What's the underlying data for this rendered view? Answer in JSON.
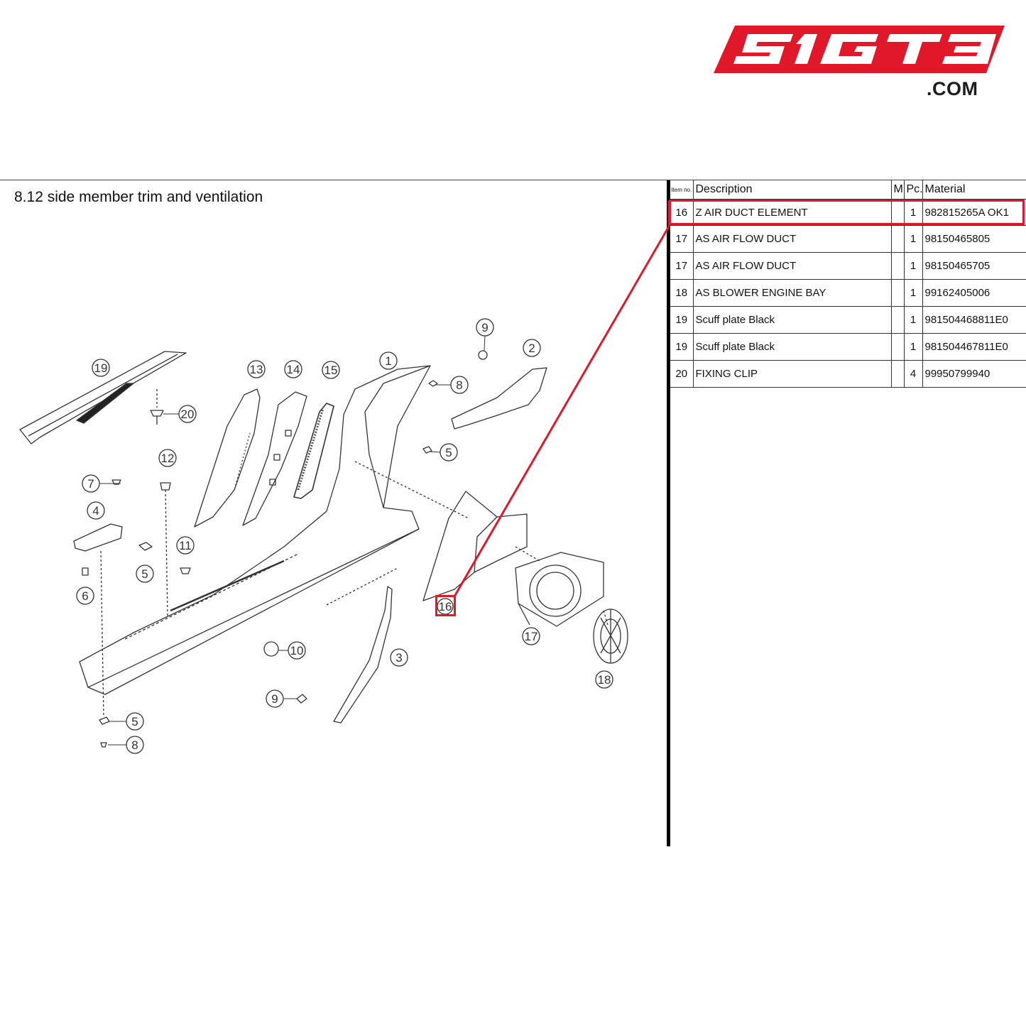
{
  "brand": {
    "logo_text": "SIGT3",
    "domain_text": ".COM",
    "logo_color": "#e0182a"
  },
  "section": {
    "title": "8.12  side member trim and ventilation"
  },
  "table": {
    "headers": {
      "item_no": "Item no.",
      "description": "Description",
      "m": "M",
      "pc": "Pc.",
      "material": "Material"
    },
    "rows": [
      {
        "item": "16",
        "description": "Z AIR DUCT ELEMENT",
        "m": "",
        "pc": "1",
        "material": "982815265A OK1"
      },
      {
        "item": "17",
        "description": "AS AIR FLOW DUCT",
        "m": "",
        "pc": "1",
        "material": "98150465805"
      },
      {
        "item": "17",
        "description": "AS AIR FLOW DUCT",
        "m": "",
        "pc": "1",
        "material": "98150465705"
      },
      {
        "item": "18",
        "description": "AS BLOWER ENGINE BAY",
        "m": "",
        "pc": "1",
        "material": "99162405006"
      },
      {
        "item": "19",
        "description": "Scuff plate Black",
        "m": "",
        "pc": "1",
        "material": "981504468811E0"
      },
      {
        "item": "19",
        "description": "Scuff plate Black",
        "m": "",
        "pc": "1",
        "material": "981504467811E0"
      },
      {
        "item": "20",
        "description": "FIXING CLIP",
        "m": "",
        "pc": "4",
        "material": "99950799940"
      }
    ],
    "highlight_color": "#e0182a"
  },
  "callouts": {
    "c1": "1",
    "c2": "2",
    "c3": "3",
    "c4": "4",
    "c5a": "5",
    "c5b": "5",
    "c5c": "5",
    "c6": "6",
    "c7": "7",
    "c8a": "8",
    "c8b": "8",
    "c9a": "9",
    "c9b": "9",
    "c10": "10",
    "c11": "11",
    "c12": "12",
    "c13": "13",
    "c14": "14",
    "c15": "15",
    "c16": "16",
    "c17": "17",
    "c18": "18",
    "c19": "19",
    "c20": "20"
  }
}
